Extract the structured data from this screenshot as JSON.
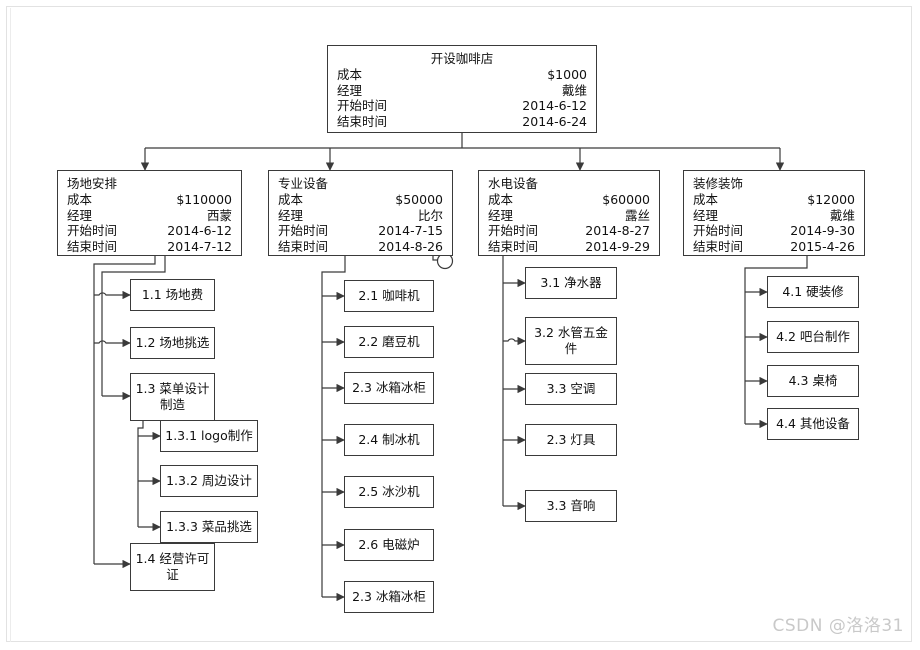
{
  "diagram": {
    "title": "开设咖啡店",
    "field_labels": {
      "cost": "成本",
      "manager": "经理",
      "start": "开始时间",
      "end": "结束时间"
    },
    "root": {
      "name": "开设咖啡店",
      "cost": "$1000",
      "manager": "戴维",
      "start": "2014-6-12",
      "end": "2014-6-24"
    },
    "branches": [
      {
        "name": "场地安排",
        "cost": "$110000",
        "manager": "西蒙",
        "start": "2014-6-12",
        "end": "2014-7-12",
        "children": [
          {
            "name": "1.1 场地费"
          },
          {
            "name": "1.2 场地挑选"
          },
          {
            "name": "1.3 菜单设计\n制造",
            "children": [
              {
                "name": "1.3.1 logo制作"
              },
              {
                "name": "1.3.2 周边设计"
              },
              {
                "name": "1.3.3 菜品挑选"
              }
            ]
          },
          {
            "name": "1.4 经营许可\n证"
          }
        ]
      },
      {
        "name": "专业设备",
        "cost": "$50000",
        "manager": "比尔",
        "start": "2014-7-15",
        "end": "2014-8-26",
        "children": [
          {
            "name": "2.1 咖啡机"
          },
          {
            "name": "2.2 磨豆机"
          },
          {
            "name": "2.3 冰箱冰柜"
          },
          {
            "name": "2.4  制冰机"
          },
          {
            "name": "2.5 冰沙机"
          },
          {
            "name": "2.6 电磁炉"
          },
          {
            "name": "2.3 冰箱冰柜"
          }
        ]
      },
      {
        "name": "水电设备",
        "cost": "$60000",
        "manager": "露丝",
        "start": "2014-8-27",
        "end": "2014-9-29",
        "children": [
          {
            "name": "3.1 净水器"
          },
          {
            "name": "3.2 水管五金\n件"
          },
          {
            "name": "3.3 空调"
          },
          {
            "name": "2.3 灯具"
          },
          {
            "name": "3.3 音响"
          }
        ]
      },
      {
        "name": "装修装饰",
        "cost": "$12000",
        "manager": "戴维",
        "start": "2014-9-30",
        "end": "2015-4-26",
        "children": [
          {
            "name": "4.1 硬装修"
          },
          {
            "name": "4.2 吧台制作"
          },
          {
            "name": "4.3 桌椅"
          },
          {
            "name": "4.4 其他设备"
          }
        ]
      }
    ]
  },
  "watermark": "CSDN @洛洛31",
  "colors": {
    "line": "#3a3a3a",
    "box_border": "#3a3a3a",
    "text": "#111111",
    "watermark": "#c9c9c9",
    "page_border": "#e2e2e2"
  }
}
